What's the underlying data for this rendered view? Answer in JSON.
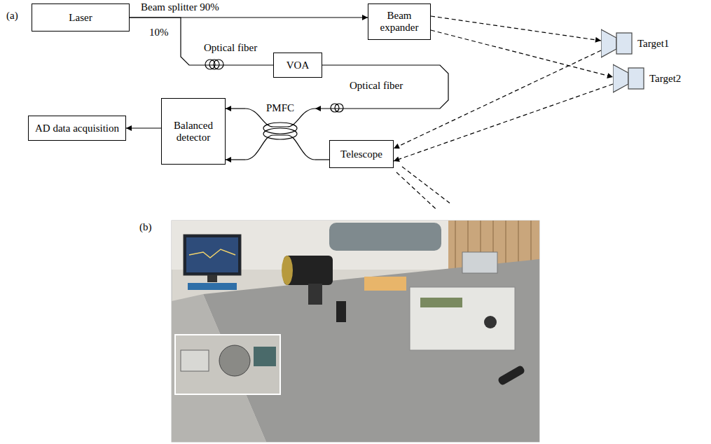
{
  "diagram": {
    "nodes": [
      {
        "text": [
          "Laser"
        ]
      },
      {
        "text": [
          "Beam expander"
        ]
      },
      {
        "text": [
          "Target1"
        ]
      },
      {
        "text": [
          "Target2"
        ]
      },
      {
        "text": [
          "VOA"
        ]
      },
      {
        "text": [
          "PMFC"
        ]
      },
      {
        "text": [
          "AD data acquisition"
        ]
      },
      {
        "text": [
          "Balanced detector"
        ]
      },
      {
        "text": [
          "Telescope"
        ]
      }
    ],
    "edges": [
      {
        "from": 0,
        "to": 1,
        "arrow": "to",
        "label": "Beam splitter 90%"
      },
      {
        "from": 0,
        "to": 4,
        "arrow": "none",
        "label": "Optical fiber"
      },
      {
        "from": 4,
        "to": 5,
        "arrow": "to",
        "label": "Optical fiber"
      },
      {
        "from": 5,
        "to": 7,
        "arrow": "to"
      },
      {
        "from": 5,
        "to": 7,
        "arrow": "to"
      },
      {
        "from": 7,
        "to": 6,
        "arrow": "to"
      },
      {
        "from": 8,
        "to": 5,
        "arrow": "none"
      },
      {
        "from": 1,
        "to": 2,
        "arrow": "to"
      },
      {
        "from": 1,
        "to": 3,
        "arrow": "to"
      },
      {
        "from": 2,
        "to": 8,
        "arrow": "to"
      },
      {
        "from": 3,
        "to": 8,
        "arrow": "to"
      }
    ],
    "labels": [
      "(a)",
      "10%",
      "(b)"
    ]
  }
}
